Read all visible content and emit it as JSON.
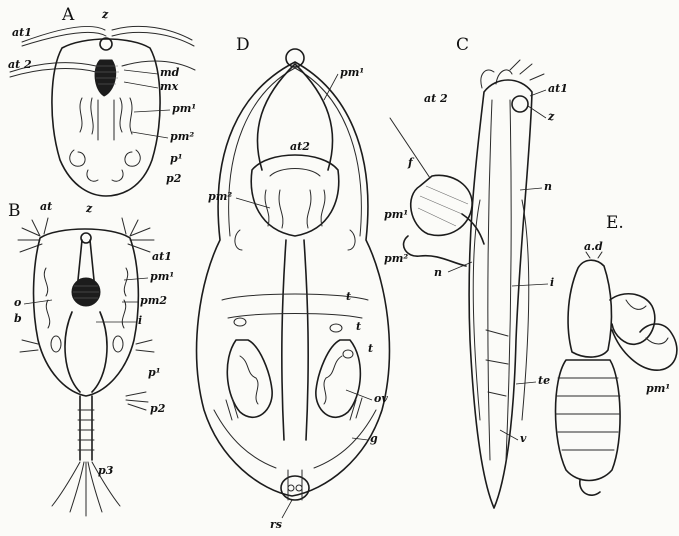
{
  "panels": {
    "A": {
      "letter": "A",
      "labels": {
        "at1": "at1",
        "at2": "at 2",
        "z": "z",
        "md": "md",
        "mx": "mx",
        "pm1": "pm¹",
        "pm2": "pm²",
        "p1": "p¹",
        "p2": "p2"
      }
    },
    "B": {
      "letter": "B",
      "labels": {
        "at1_left": "at",
        "z": "z",
        "at1_right": "at1",
        "pm1": "pm¹",
        "pm2": "pm2",
        "o": "o",
        "b": "b",
        "i": "i",
        "p1": "p¹",
        "p2": "p2",
        "p3": "p3"
      }
    },
    "C": {
      "letter": "C",
      "labels": {
        "at2": "at 2",
        "at1": "at1",
        "z": "z",
        "f": "f",
        "n1": "n",
        "pm1": "pm¹",
        "pm2": "pm²",
        "n2": "n",
        "i": "i",
        "te": "te",
        "v": "v"
      }
    },
    "D": {
      "letter": "D",
      "labels": {
        "pm1": "pm¹",
        "at2": "at2",
        "pm2": "pm²",
        "t1": "t",
        "t2": "t",
        "t3": "t",
        "ov": "ov",
        "g": "g",
        "rs": "rs"
      }
    },
    "E": {
      "letter": "E.",
      "labels": {
        "ad": "a.d",
        "pm": "pm¹"
      }
    }
  }
}
